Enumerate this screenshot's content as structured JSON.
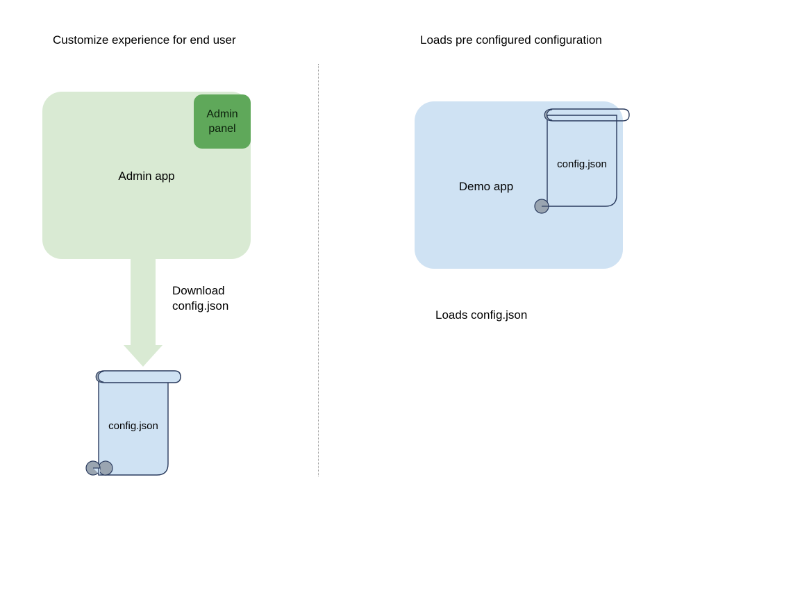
{
  "diagram": {
    "title_left": "Customize experience for end user",
    "title_right": "Loads pre configured configuration",
    "colors": {
      "admin_app_fill": "#d9ead3",
      "admin_panel_fill": "#5fa85a",
      "demo_app_fill": "#cfe2f3",
      "scroll_fill": "#cfe2f3",
      "scroll_stroke": "#2a3b5e",
      "scroll_curl_fill": "#9aa5b1",
      "arrow_fill": "#d9ead3",
      "divider_stroke": "#9a9a9a",
      "text": "#000000"
    },
    "left_panel": {
      "heading": "Customize experience for end user",
      "app_box": {
        "label": "Admin app",
        "badge": {
          "line1": "Admin",
          "line2": "panel"
        }
      },
      "arrow": {
        "label_line1": "Download",
        "label_line2": "config.json",
        "direction": "down"
      },
      "document": {
        "label": "config.json"
      }
    },
    "right_panel": {
      "heading": "Loads pre configured configuration",
      "app_box": {
        "label": "Demo app"
      },
      "document": {
        "label": "config.json"
      },
      "caption": "Loads config.json"
    }
  }
}
